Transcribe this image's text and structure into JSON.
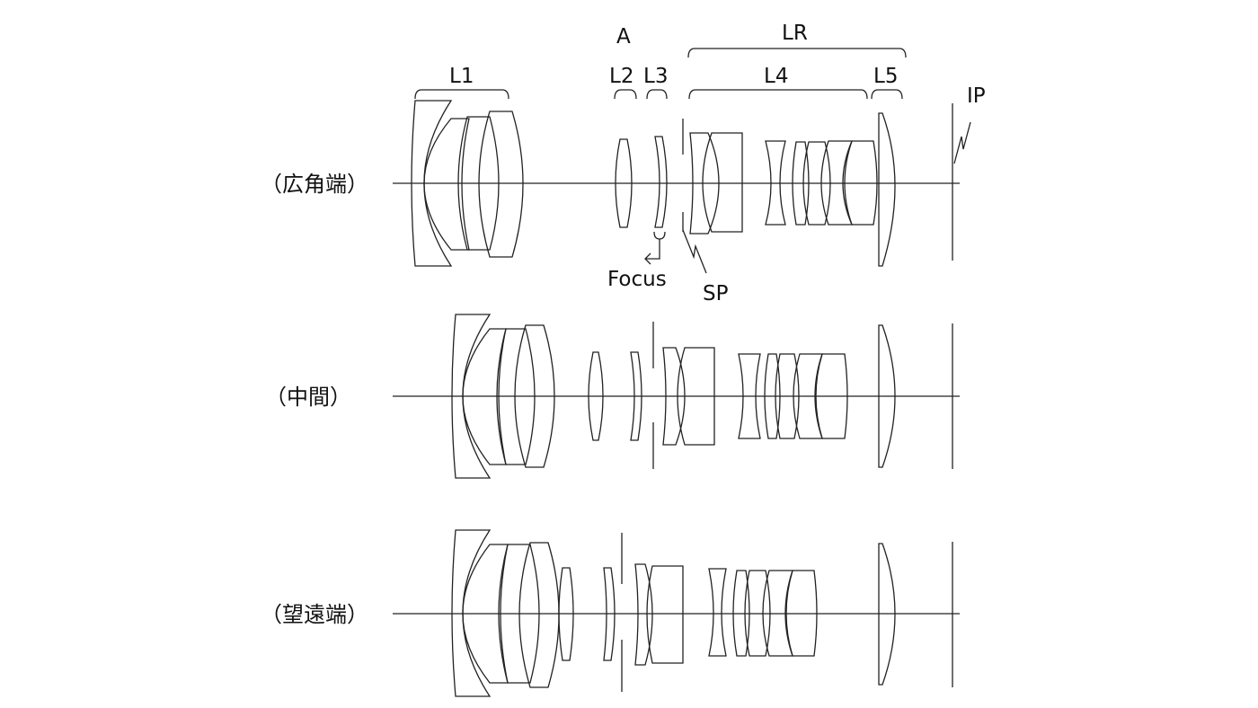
{
  "rows": [
    {
      "label": "（広角端）"
    },
    {
      "label": "（中間）"
    },
    {
      "label": "（望遠端）"
    }
  ],
  "labels": {
    "A": "A",
    "L1": "L1",
    "L2": "L2",
    "L3": "L3",
    "LR": "LR",
    "L4": "L4",
    "L5": "L5",
    "IP": "IP",
    "focus": "Focus",
    "SP": "SP"
  }
}
